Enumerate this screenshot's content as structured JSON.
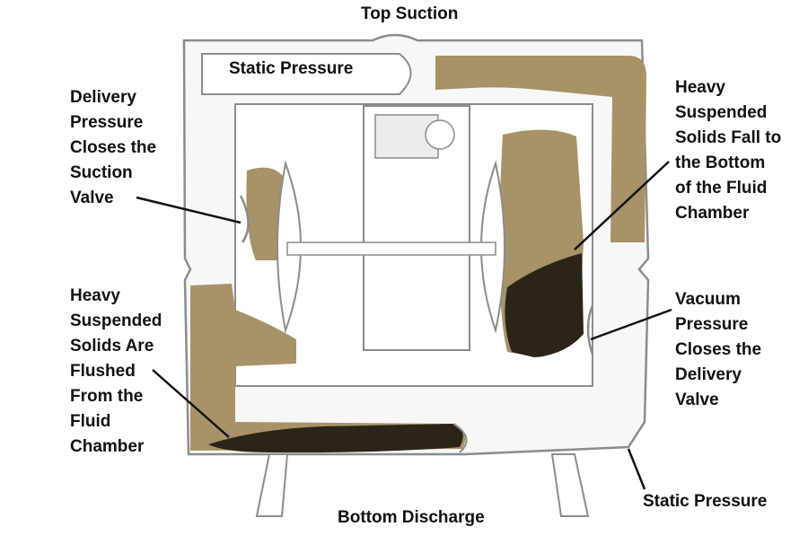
{
  "labels": {
    "top_suction": "Top Suction",
    "static_pressure_top": "Static Pressure",
    "delivery_closes_suction": "Delivery\nPressure\nCloses the\nSuction\nValve",
    "heavy_solids_fall": "Heavy\nSuspended\nSolids Fall to\nthe Bottom\nof the Fluid\nChamber",
    "heavy_solids_flushed": "Heavy\nSuspended\nSolids Are\nFlushed\nFrom the\nFluid\nChamber",
    "vacuum_closes_delivery": "Vacuum\nPressure\nCloses the\nDelivery\nValve",
    "static_pressure_bottom": "Static Pressure",
    "bottom_discharge": "Bottom Discharge"
  },
  "colors": {
    "fluid": "#a89268",
    "sediment": "#2b2418",
    "outline": "#8c8c8c",
    "casing": "#f7f7f7",
    "text": "#111111"
  }
}
